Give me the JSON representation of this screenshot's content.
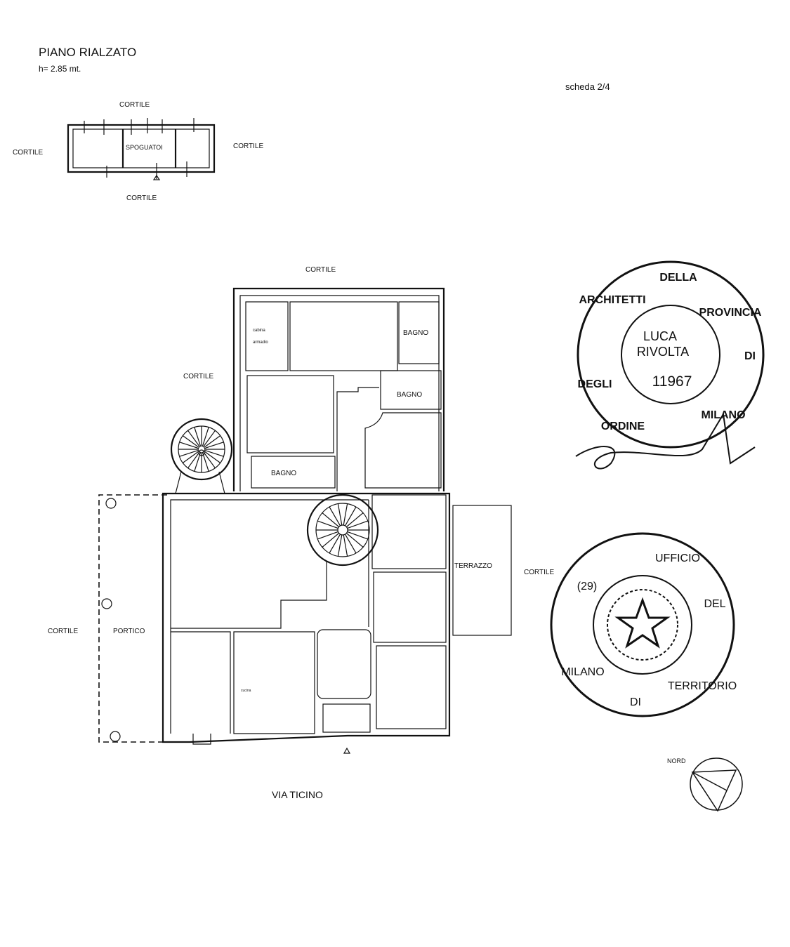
{
  "header": {
    "title": "PIANO RIALZATO",
    "height": "h= 2.85 mt.",
    "sheet": "scheda 2/4"
  },
  "small_plan": {
    "top": "CORTILE",
    "left": "CORTILE",
    "right": "CORTILE",
    "bottom": "CORTILE",
    "room": "SPOGUATOI"
  },
  "main_plan": {
    "top": "CORTILE",
    "left_upper": "CORTILE",
    "left": "CORTILE",
    "right": "CORTILE",
    "portico": "PORTICO",
    "terrazzo": "TERRAZZO",
    "cabina_1": "cabina",
    "cabina_2": "armadio",
    "bagno_top": "BAGNO",
    "bagno_right": "BAGNO",
    "bagno_left": "BAGNO",
    "cucina": "cucina",
    "street": "VIA TICINO"
  },
  "stamp_architects": {
    "ring": "ORDINE DEGLI ARCHITETTI DELLA PROVINCIA DI MILANO",
    "name_1": "LUCA",
    "name_2": "RIVOLTA",
    "number": "11967"
  },
  "stamp_office": {
    "ring": "UFFICIO DEL TERRITORIO DI MILANO (29)"
  },
  "north": {
    "label": "NORD"
  }
}
